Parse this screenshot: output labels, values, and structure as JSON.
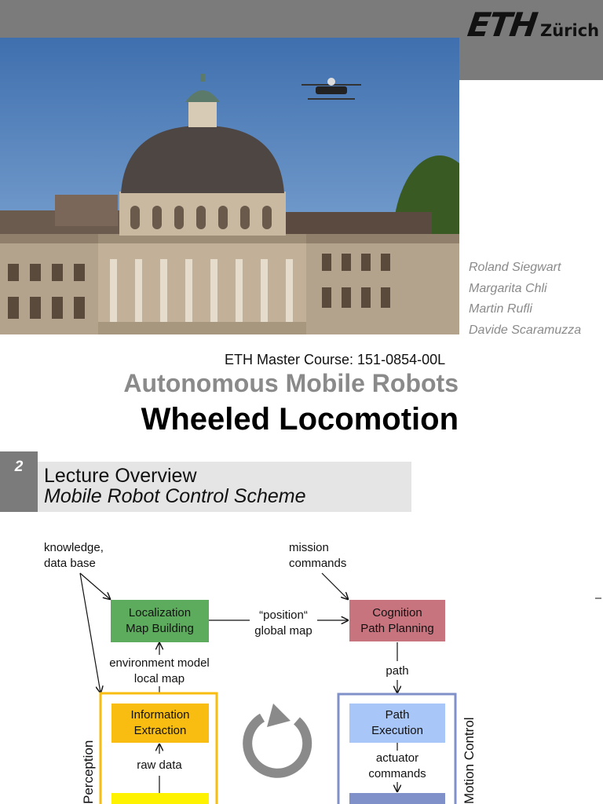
{
  "header": {
    "logo_eth": "ETH",
    "logo_zurich": "Zürich"
  },
  "authors": [
    "Roland Siegwart",
    "Margarita Chli",
    "Martin Rufli",
    "Davide Scaramuzza"
  ],
  "course": "ETH Master Course: 151-0854-00L",
  "subtitle": "Autonomous Mobile Robots",
  "title": "Wheeled Locomotion",
  "slide2": {
    "number": "2",
    "heading": "Lecture Overview",
    "subheading": "Mobile Robot Control Scheme",
    "diagram": {
      "knowledge": [
        "knowledge,",
        "data base"
      ],
      "mission": [
        "mission",
        "commands"
      ],
      "localization": [
        "Localization",
        "Map Building"
      ],
      "cognition": [
        "Cognition",
        "Path Planning"
      ],
      "position": "“position“",
      "global_map": "global map",
      "env_model": [
        "environment model",
        "local map"
      ],
      "path": "path",
      "information": [
        "Information",
        "Extraction"
      ],
      "path_execution": [
        "Path",
        "Execution"
      ],
      "raw_data": "raw data",
      "actuator": [
        "actuator",
        "commands"
      ],
      "perception": "Perception",
      "motion_control": "Motion Control"
    }
  },
  "colors": {
    "bar_gray": "#7b7b7b",
    "author_gray": "#8a8a8a",
    "localization_green": "#5dac5d",
    "cognition_red": "#c8747f",
    "information_orange": "#f9bd12",
    "path_blue": "#a9c6f9",
    "perception_border": "#f9bd12",
    "motion_border": "#8090c8"
  }
}
